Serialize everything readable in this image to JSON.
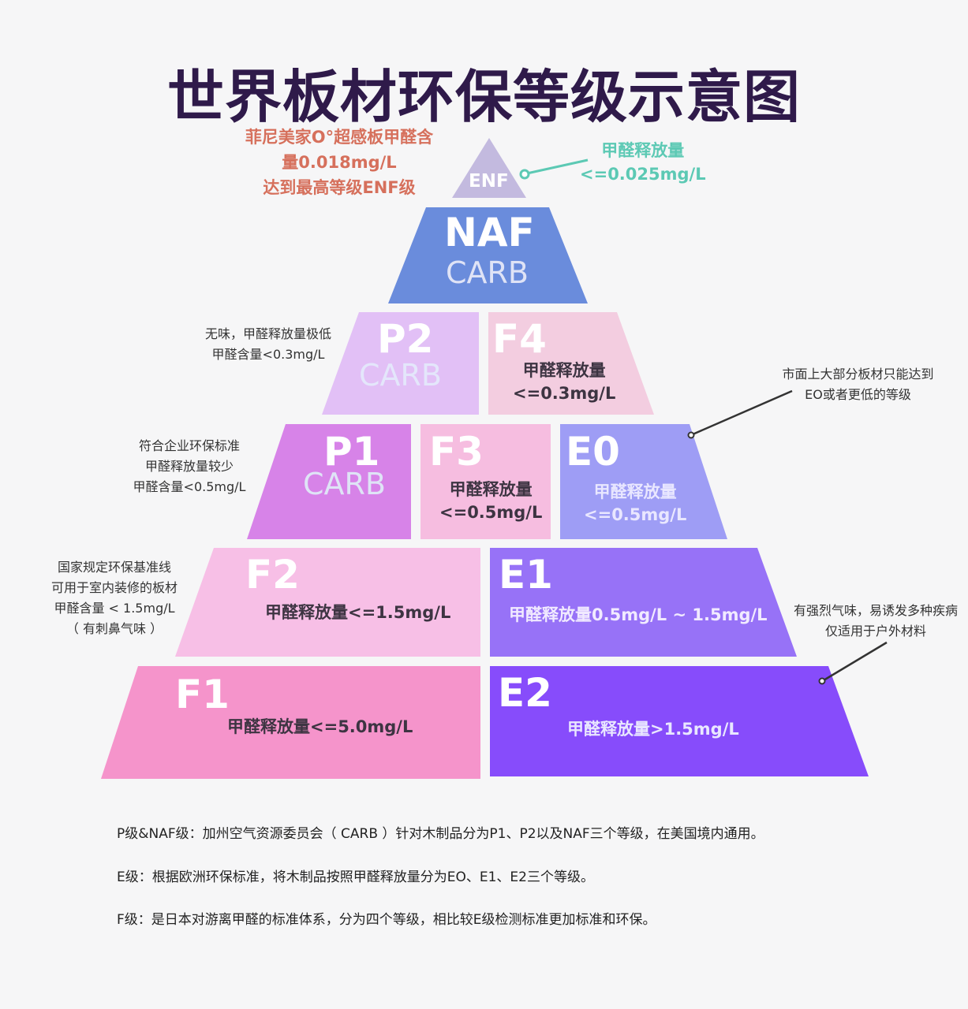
{
  "title": "世界板材环保等级示意图",
  "promo": {
    "lines": [
      "菲尼美家O°超感板甲醛含",
      "量0.018mg/L",
      "达到最高等级ENF级"
    ],
    "color": "#d6705c"
  },
  "enf_callout": {
    "lines": [
      "甲醛释放量",
      "<=0.025mg/L"
    ],
    "color": "#5cc9b4"
  },
  "pyramid": {
    "enf": {
      "label": "ENF",
      "color": "#c3badf"
    },
    "naf": {
      "label": "NAF",
      "sub": "CARB",
      "color": "#6a8cdc"
    },
    "p2": {
      "label": "P2",
      "sub": "CARB",
      "color": "#e2c0f6"
    },
    "f4": {
      "label": "F4",
      "value_line1": "甲醛释放量",
      "value_line2": "<=0.3mg/L",
      "color": "#f3cde0"
    },
    "p1": {
      "label": "P1",
      "sub": "CARB",
      "color": "#d783e8"
    },
    "f3": {
      "label": "F3",
      "value_line1": "甲醛释放量",
      "value_line2": "<=0.5mg/L",
      "color": "#f6bde0"
    },
    "e0": {
      "label": "E0",
      "value_line1": "甲醛释放量",
      "value_line2": "<=0.5mg/L",
      "color": "#9e9df5"
    },
    "f2": {
      "label": "F2",
      "value": "甲醛释放量<=1.5mg/L",
      "color": "#f7bfe6"
    },
    "e1": {
      "label": "E1",
      "value": "甲醛释放量0.5mg/L ~ 1.5mg/L",
      "color": "#9772f7"
    },
    "f1": {
      "label": "F1",
      "value": "甲醛释放量<=5.0mg/L",
      "color": "#f594cb"
    },
    "e2": {
      "label": "E2",
      "value": "甲醛释放量>1.5mg/L",
      "color": "#874cfb"
    }
  },
  "notes": {
    "p2": [
      "无味，甲醛释放量极低",
      "甲醛含量<0.3mg/L"
    ],
    "p1": [
      "符合企业环保标准",
      "甲醛释放量较少",
      "甲醛含量<0.5mg/L"
    ],
    "f2": [
      "国家规定环保基准线",
      "可用于室内装修的板材",
      "甲醛含量 < 1.5mg/L",
      "（ 有刺鼻气味 ）"
    ],
    "e0": [
      "市面上大部分板材只能达到",
      "EO或者更低的等级"
    ],
    "e2": [
      "有强烈气味，易诱发多种疾病",
      "仅适用于户外材料"
    ]
  },
  "footer": {
    "line1": "P级&NAF级：加州空气资源委员会（ CARB ）针对木制品分为P1、P2以及NAF三个等级，在美国境内通用。",
    "line2": "E级：根据欧洲环保标准，将木制品按照甲醛释放量分为EO、E1、E2三个等级。",
    "line3": "F级：是日本对游离甲醛的标准体系，分为四个等级，相比较E级检测标准更加标准和环保。"
  }
}
